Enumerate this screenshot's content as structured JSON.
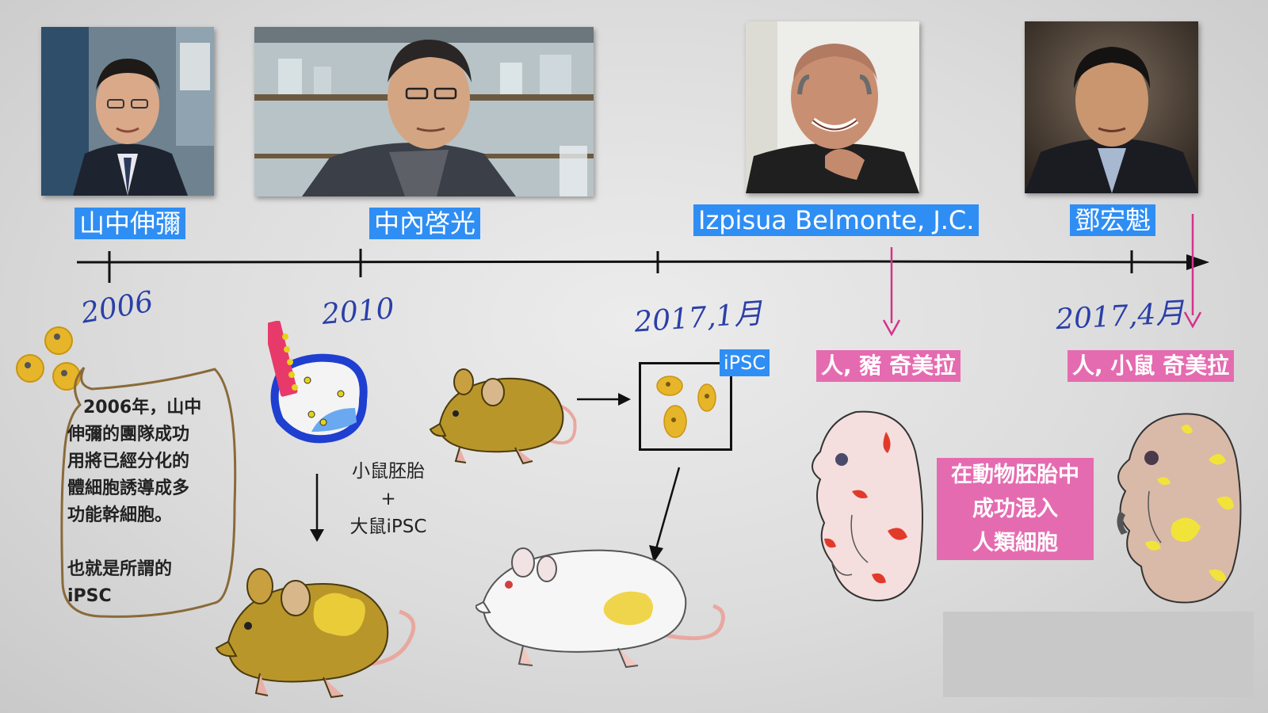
{
  "scientists": [
    {
      "name": "山中伸彌"
    },
    {
      "name": "中內啓光"
    },
    {
      "name": "Izpisua Belmonte, J.C."
    },
    {
      "name": "鄧宏魁"
    }
  ],
  "timeline": {
    "years": [
      "2006",
      "2010",
      "2017,1月",
      "2017,4月"
    ]
  },
  "note": {
    "lines": [
      "2006年，山中",
      "伸彌的團隊成功",
      "用將已經分化的",
      "體細胞誘導成多",
      "功能幹細胞。"
    ],
    "line2": [
      "也就是所謂的",
      "iPSC"
    ]
  },
  "experiment": {
    "mix_lines": [
      "小鼠胚胎",
      "+",
      "大鼠iPSC"
    ],
    "ipsc_tag": "iPSC"
  },
  "chimeras": [
    {
      "label": "人, 豬 奇美拉"
    },
    {
      "label": "人, 小鼠 奇美拉"
    }
  ],
  "center_box": {
    "lines": [
      "在動物胚胎中",
      "成功混入",
      "人類細胞"
    ]
  },
  "colors": {
    "label_blue": "#2f8ef4",
    "label_pink": "#e56bb0",
    "year_ink": "#2a3fa8",
    "arrow_pink": "#d6338a"
  }
}
